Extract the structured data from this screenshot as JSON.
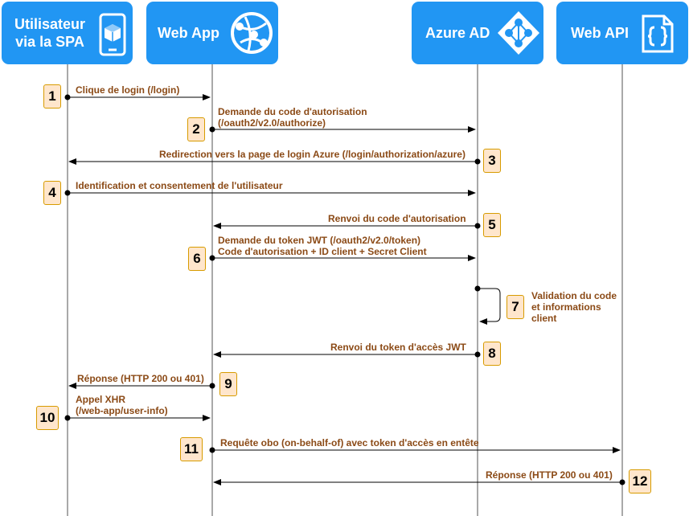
{
  "actors": {
    "spa": {
      "line1": "Utilisateur",
      "line2": "via la SPA",
      "icon": "mobile-app-icon"
    },
    "webapp": {
      "label": "Web App",
      "icon": "globe-network-icon"
    },
    "azure": {
      "label": "Azure AD",
      "icon": "azure-ad-icon"
    },
    "webapi": {
      "label": "Web API",
      "icon": "api-braces-icon"
    }
  },
  "messages": [
    {
      "n": "1",
      "text": "Clique de login (/login)"
    },
    {
      "n": "2",
      "line1": "Demande du code d'autorisation",
      "line2": "(/oauth2/v2.0/authorize)"
    },
    {
      "n": "3",
      "text": "Redirection vers la page de login Azure (/login/authorization/azure)"
    },
    {
      "n": "4",
      "text": "Identification et consentement de l'utilisateur"
    },
    {
      "n": "5",
      "text": "Renvoi du code d'autorisation"
    },
    {
      "n": "6",
      "line1": "Demande du token JWT (/oauth2/v2.0/token)",
      "line2": "Code d'autorisation + ID client + Secret Client"
    },
    {
      "n": "7",
      "line1": "Validation du code",
      "line2": "et informations",
      "line3": "client"
    },
    {
      "n": "8",
      "text": "Renvoi du token d'accès JWT"
    },
    {
      "n": "9",
      "text": "Réponse (HTTP 200 ou 401)"
    },
    {
      "n": "10",
      "line1": "Appel XHR",
      "line2": "(/web-app/user-info)"
    },
    {
      "n": "11",
      "text": "Requête obo (on-behalf-of) avec token d'accès en entête"
    },
    {
      "n": "12",
      "text": "Réponse (HTTP 200 ou 401)"
    }
  ],
  "colors": {
    "actor": "#2196f3",
    "message_text": "#8b4a16",
    "badge_fill": "#ffe6cc",
    "badge_border": "#d79b00",
    "lifeline": "#a9a9a9"
  }
}
